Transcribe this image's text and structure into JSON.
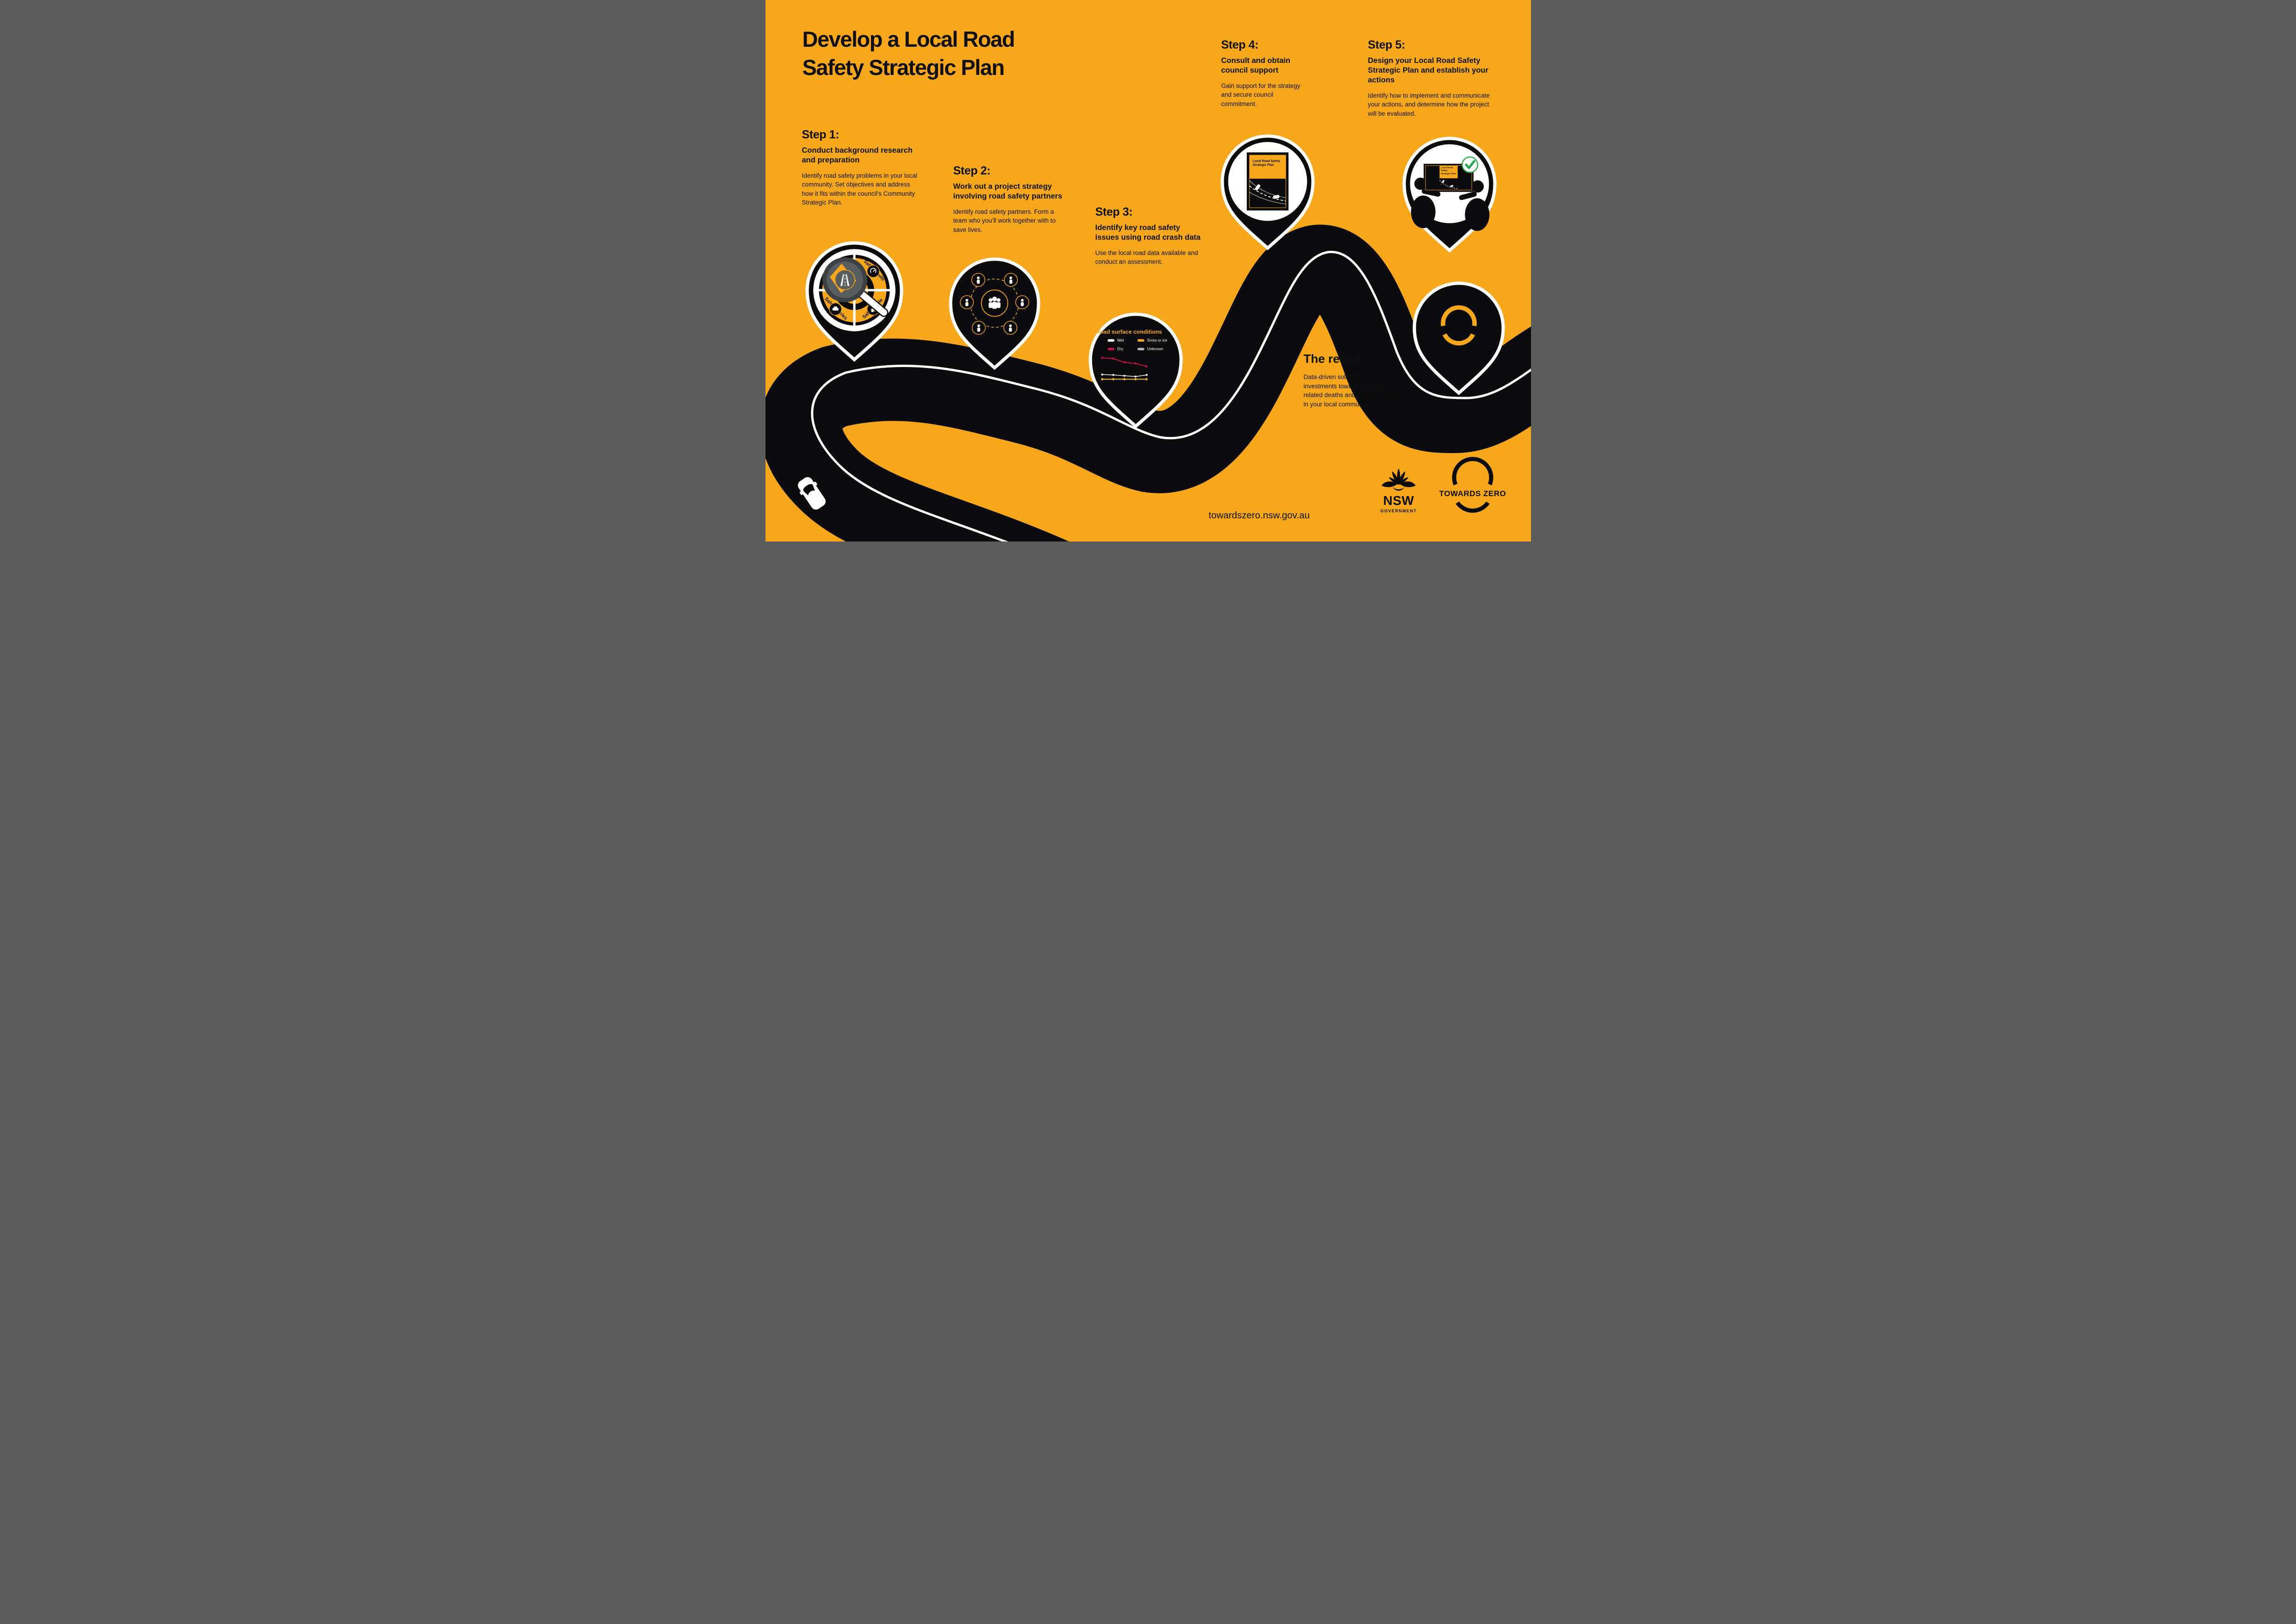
{
  "page": {
    "background_color": "#F7A71C",
    "ink_color": "#0C0C0E",
    "accent_orange": "#F7A71C",
    "white": "#FFFFFF",
    "check_green": "#27A84A"
  },
  "title": {
    "line1": "Develop a Local Road",
    "line2": "Safety Strategic Plan"
  },
  "steps": [
    {
      "label": "Step 1:",
      "heading": "Conduct background research and preparation",
      "body": "Identify road safety problems in your local community. Set objectives and address how it fits within the council’s Community Strategic Plan."
    },
    {
      "label": "Step 2:",
      "heading": "Work out a project strategy involving road safety partners",
      "body": "Identify road safety partners. Form a team who you’ll work together with to save lives."
    },
    {
      "label": "Step 3:",
      "heading": "Identify key road safety issues using road crash data",
      "body": "Use the local road data available and conduct an assessment."
    },
    {
      "label": "Step 4:",
      "heading": "Consult and obtain council support",
      "body": "Gain support for the strategy and secure council commitment."
    },
    {
      "label": "Step 5:",
      "heading": "Design your Local Road Safety Strategic Plan and establish your actions",
      "body": "Identify how to implement and communicate your actions, and determine how the project will be evaluated."
    }
  ],
  "result": {
    "label": "The result:",
    "body": "Data-driven solutions and investments towards zero road-related deaths and serious injuries in your local community."
  },
  "pin1": {
    "safe_system_labels": {
      "top_right": "Safe speeds",
      "bottom_left": "Safe vehicles",
      "bottom_right": "Safe people"
    },
    "center_fragment": "system"
  },
  "pin4": {
    "document_title": "Local Road Safety Strategic Plan"
  },
  "pin5": {
    "document_title": "Local Road Safety Strategic Plan"
  },
  "chart_data": {
    "type": "line",
    "title": "Road surface conditions",
    "x": [
      1,
      2,
      3,
      4,
      5
    ],
    "x_labels": [
      "",
      "",
      "",
      "",
      ""
    ],
    "series": [
      {
        "name": "Wet",
        "color": "#FFFFFF",
        "values": [
          19,
          18,
          16,
          14,
          18
        ]
      },
      {
        "name": "Snow or ice",
        "color": "#F7A71C",
        "values": [
          8,
          8,
          8,
          8,
          8
        ]
      },
      {
        "name": "Dry",
        "color": "#C41240",
        "values": [
          60,
          58,
          49,
          46,
          39
        ]
      },
      {
        "name": "Unknown",
        "color": "#B5B5B5",
        "values": [
          7,
          7,
          7,
          7,
          7
        ]
      }
    ],
    "ylim": [
      0,
      70
    ],
    "grid": false,
    "legend_position": "top"
  },
  "footer": {
    "url": "towardszero.nsw.gov.au",
    "nsw_logo": {
      "name": "NSW",
      "caption": "GOVERNMENT"
    },
    "towards_zero_logo": {
      "text": "TOWARDS ZERO"
    }
  }
}
